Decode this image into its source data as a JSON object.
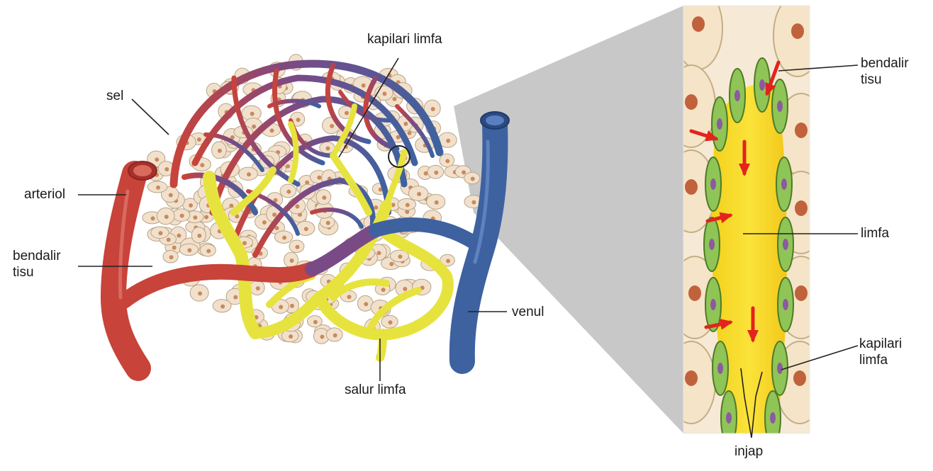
{
  "labels": {
    "kapilari_limfa_top": "kapilari limfa",
    "sel": "sel",
    "arteriol": "arteriol",
    "bendalir_left_1": "bendalir",
    "bendalir_left_2": "tisu",
    "venul": "venul",
    "salur_limfa": "salur limfa",
    "bendalir_right_1": "bendalir",
    "bendalir_right_2": "tisu",
    "limfa": "limfa",
    "kapilari_right_1": "kapilari",
    "kapilari_right_2": "limfa",
    "injap": "injap"
  },
  "colors": {
    "arteriole": "#c8433a",
    "venule": "#3e62a0",
    "lymph": "#e8e54a",
    "cell": "#f1e1cc",
    "nucleus": "#c98a5e",
    "endothelium": "#8fc456",
    "arrow": "#e3231d",
    "zoom_shade": "#c8c8c8"
  }
}
